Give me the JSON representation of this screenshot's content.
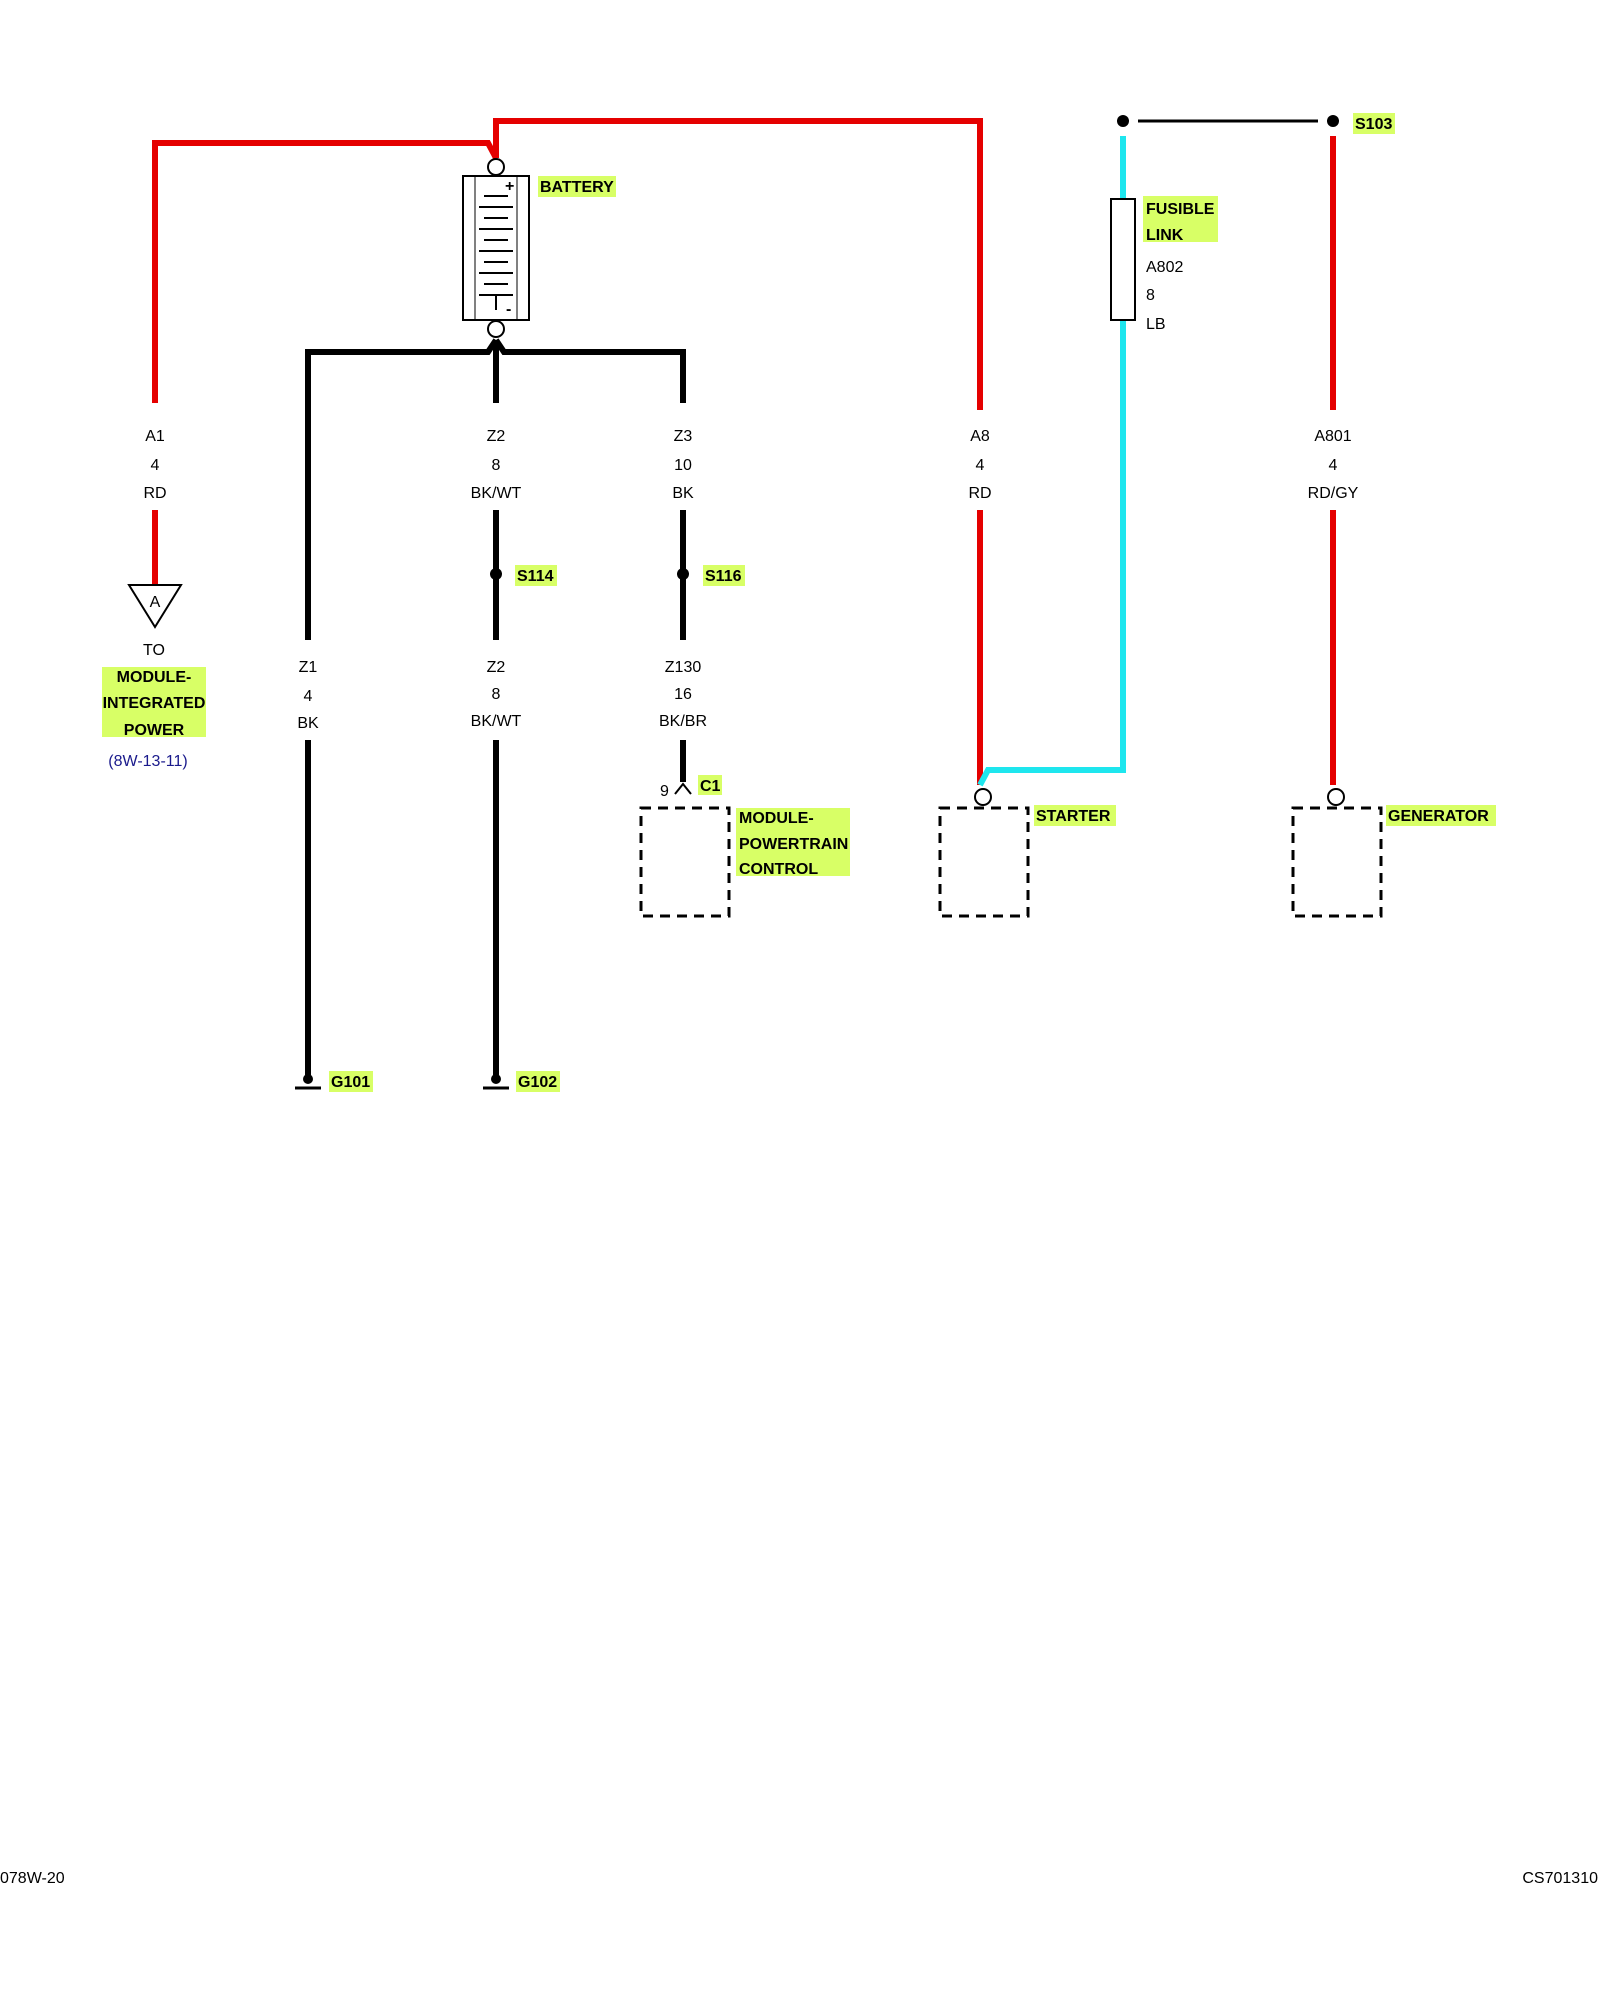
{
  "colors": {
    "red": "#e50000",
    "black": "#000000",
    "cyan": "#1ee6ee",
    "highlight": "#d8ff66",
    "link": "#1a1a8c"
  },
  "components": {
    "battery": "BATTERY",
    "fusible_link": [
      "FUSIBLE",
      "LINK"
    ],
    "starter": "STARTER",
    "generator": "GENERATOR",
    "module_integrated_power": [
      "MODULE-",
      "INTEGRATED",
      "POWER"
    ],
    "module_powertrain_control": [
      "MODULE-",
      "POWERTRAIN",
      "CONTROL"
    ]
  },
  "to_label": "TO",
  "connector_ref": "A",
  "page_ref": "8W-13-11",
  "connector": {
    "name": "C1",
    "pin": "9"
  },
  "splices": {
    "s103": "S103",
    "s114": "S114",
    "s116": "S116"
  },
  "grounds": {
    "g101": "G101",
    "g102": "G102"
  },
  "wires": {
    "a1": {
      "circuit": "A1",
      "gauge": "4",
      "color": "RD"
    },
    "z2_top": {
      "circuit": "Z2",
      "gauge": "8",
      "color": "BK/WT"
    },
    "z3": {
      "circuit": "Z3",
      "gauge": "10",
      "color": "BK"
    },
    "a8": {
      "circuit": "A8",
      "gauge": "4",
      "color": "RD"
    },
    "a801": {
      "circuit": "A801",
      "gauge": "4",
      "color": "RD/GY"
    },
    "a802": {
      "circuit": "A802",
      "gauge": "8",
      "color": "LB"
    },
    "z1": {
      "circuit": "Z1",
      "gauge": "4",
      "color": "BK"
    },
    "z2_bot": {
      "circuit": "Z2",
      "gauge": "8",
      "color": "BK/WT"
    },
    "z130": {
      "circuit": "Z130",
      "gauge": "16",
      "color": "BK/BR"
    }
  },
  "battery_terminals": {
    "positive": "+",
    "negative": "-"
  },
  "footer": {
    "left": "078W-20",
    "right": "CS701310"
  }
}
